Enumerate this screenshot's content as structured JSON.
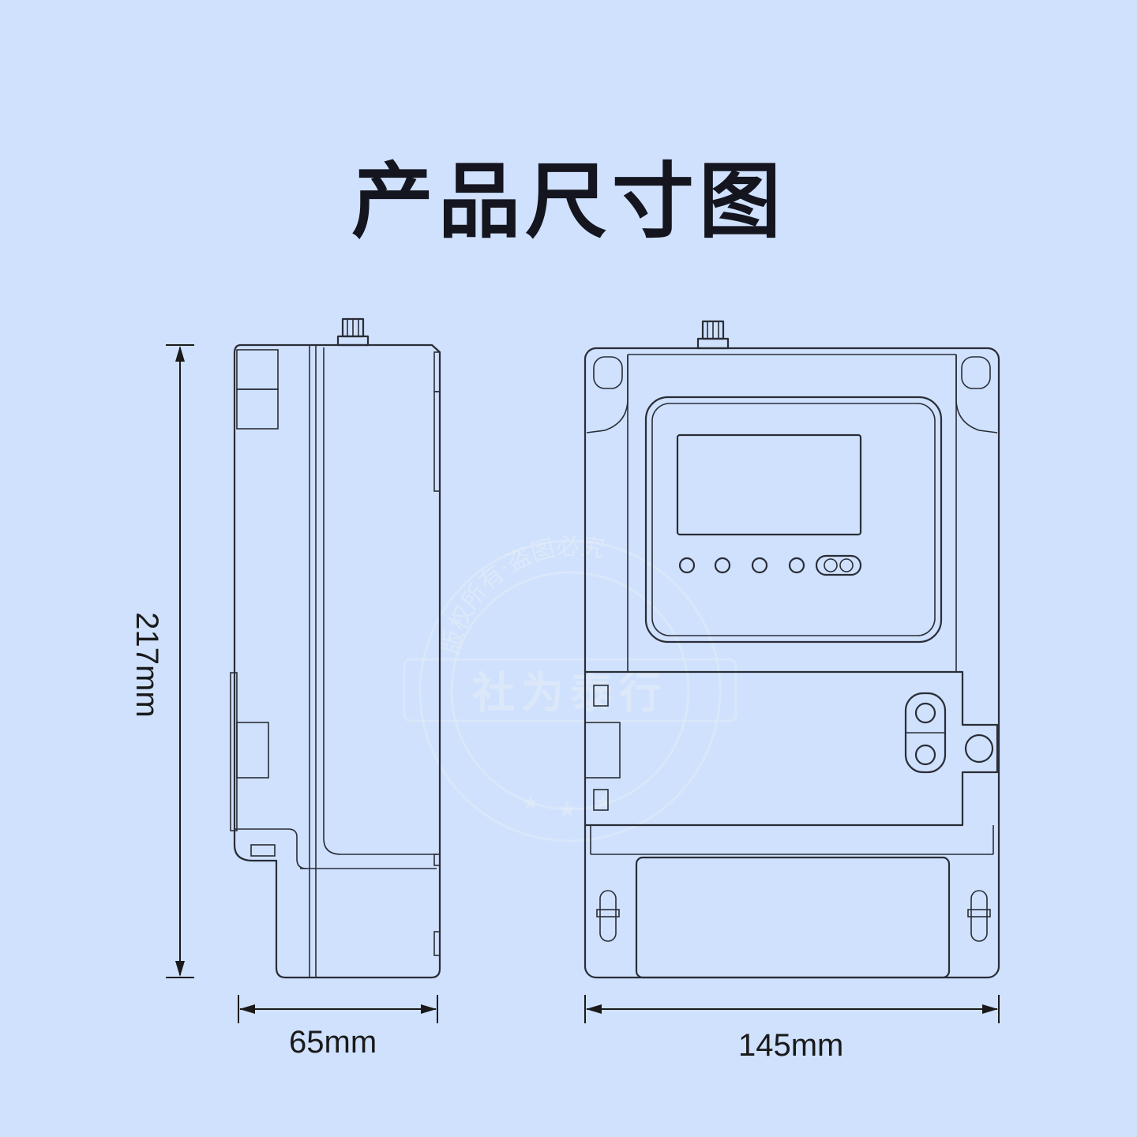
{
  "title": "产品尺寸图",
  "dimensions": {
    "height": "217mm",
    "side_width": "65mm",
    "front_width": "145mm"
  },
  "watermark": {
    "top_text": "版权所有·盗图必究",
    "center_text": "社为泰行"
  },
  "colors": {
    "background": "#cfe1fd",
    "line": "#2a2d36",
    "title": "#14151f"
  }
}
